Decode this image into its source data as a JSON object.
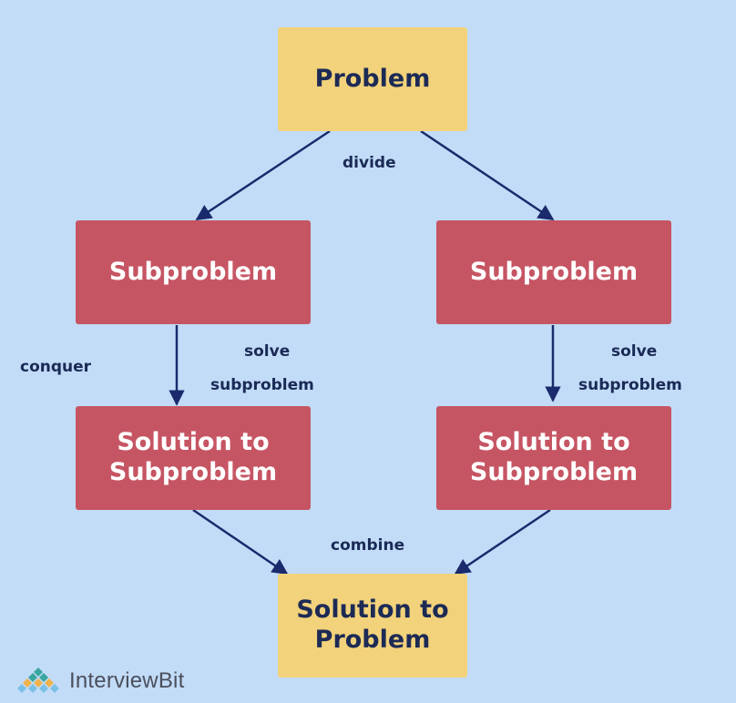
{
  "nodes": {
    "problem": "Problem",
    "subproblem_left": "Subproblem",
    "subproblem_right": "Subproblem",
    "solution_left": "Solution to Subproblem",
    "solution_right": "Solution to Subproblem",
    "final": "Solution to Problem"
  },
  "labels": {
    "divide": "divide",
    "conquer": "conquer",
    "solve_left_1": "solve",
    "solve_left_2": "subproblem",
    "solve_right_1": "solve",
    "solve_right_2": "subproblem",
    "combine": "combine"
  },
  "brand": {
    "name": "InterviewBit"
  },
  "colors": {
    "background": "#c2dcf8",
    "problem_box": "#f2d27b",
    "sub_box": "#c65563",
    "arrow": "#1a2a6c",
    "label_text": "#1a2a55"
  }
}
